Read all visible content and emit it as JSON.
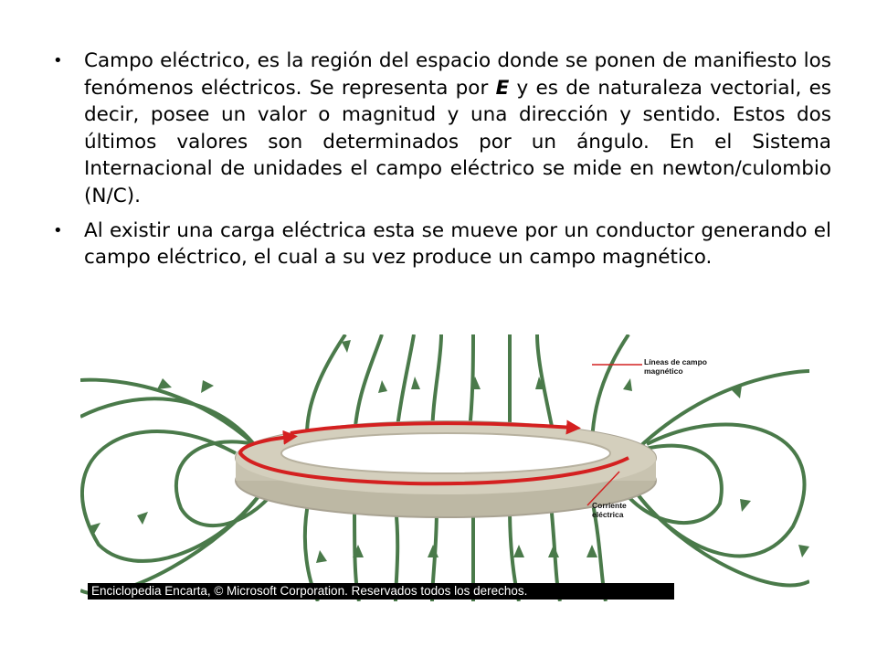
{
  "bullets": [
    {
      "id": "campo-electrico",
      "pre": "Campo eléctrico, es la región del espacio donde se ponen de manifiesto los fenómenos eléctricos. Se representa por ",
      "emph": "E",
      "post": " y es de naturaleza vectorial, es decir, posee un valor o magnitud y una dirección y sentido. Estos dos últimos valores son determinados por un ángulo. En el Sistema Internacional de unidades el campo eléctrico se mide en newton/culombio (N/C)."
    },
    {
      "id": "carga-electrica",
      "text": "Al existir una carga eléctrica esta se mueve por un conductor generando el campo eléctrico, el cual a su vez produce un campo magnético."
    }
  ],
  "figure": {
    "label_field_line1": "Líneas de campo",
    "label_field_line2": "magnético",
    "label_current_line1": "Corriente",
    "label_current_line2": "eléctrica",
    "caption": "Enciclopedia Encarta, © Microsoft Corporation. Reservados todos los derechos.",
    "colors": {
      "field_lines": "#4a7a4a",
      "current": "#d42020",
      "ring": "#c8c3b0",
      "caption_bg": "#000000"
    }
  }
}
